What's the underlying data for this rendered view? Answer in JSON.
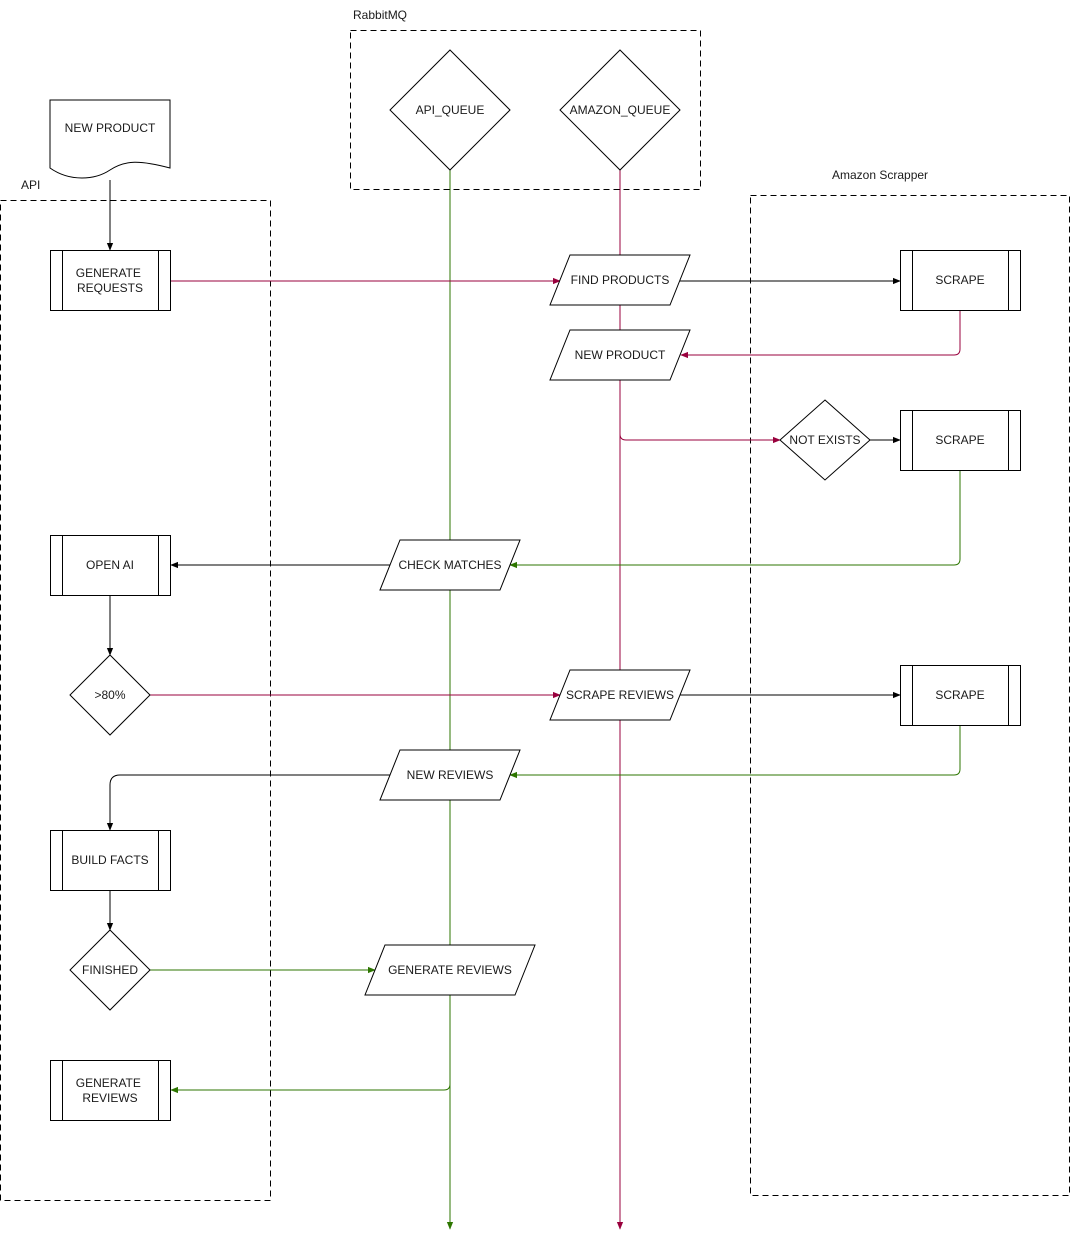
{
  "colors": {
    "black": "#000000",
    "red": "#99003d",
    "green": "#2d7600"
  },
  "lanes": {
    "rabbitmq": "RabbitMQ",
    "api": "API",
    "amazon": "Amazon Scrapper"
  },
  "queues": {
    "api_queue": "API_QUEUE",
    "amazon_queue": "AMAZON_QUEUE"
  },
  "nodes": {
    "new_product_doc": "NEW PRODUCT",
    "generate_requests": [
      "GENERATE",
      "REQUESTS"
    ],
    "open_ai": "OPEN AI",
    "gt80": ">80%",
    "build_facts": "BUILD FACTS",
    "finished": "FINISHED",
    "generate_reviews_proc": [
      "GENERATE",
      "REVIEWS"
    ],
    "find_products": "FIND PRODUCTS",
    "new_product_msg": "NEW PRODUCT",
    "check_matches": "CHECK MATCHES",
    "scrape_reviews": "SCRAPE REVIEWS",
    "new_reviews": "NEW REVIEWS",
    "generate_reviews_msg": "GENERATE REVIEWS",
    "scrape_1": "SCRAPE",
    "not_exists": "NOT EXISTS",
    "scrape_2": "SCRAPE",
    "scrape_3": "SCRAPE"
  }
}
